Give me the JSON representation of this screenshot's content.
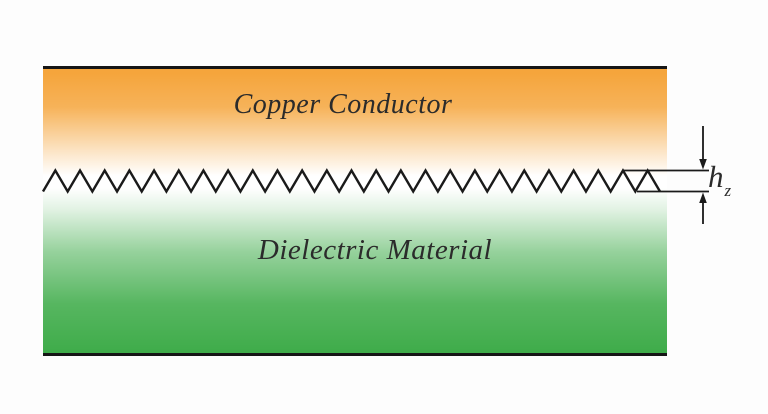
{
  "figure": {
    "type": "cross-section-diagram",
    "labels": {
      "conductor": "Copper Conductor",
      "dielectric": "Dielectric Material"
    },
    "dimension": {
      "symbol": "h",
      "subscript": "z"
    },
    "interface": {
      "style": "zigzag-rough-surface"
    },
    "colors": {
      "conductor_top": "#F5A53C",
      "dielectric_bottom": "#3FAC4A",
      "boundary_line": "#161616",
      "interface_line": "#1a1a1a",
      "text": "#2b2b2b"
    }
  }
}
